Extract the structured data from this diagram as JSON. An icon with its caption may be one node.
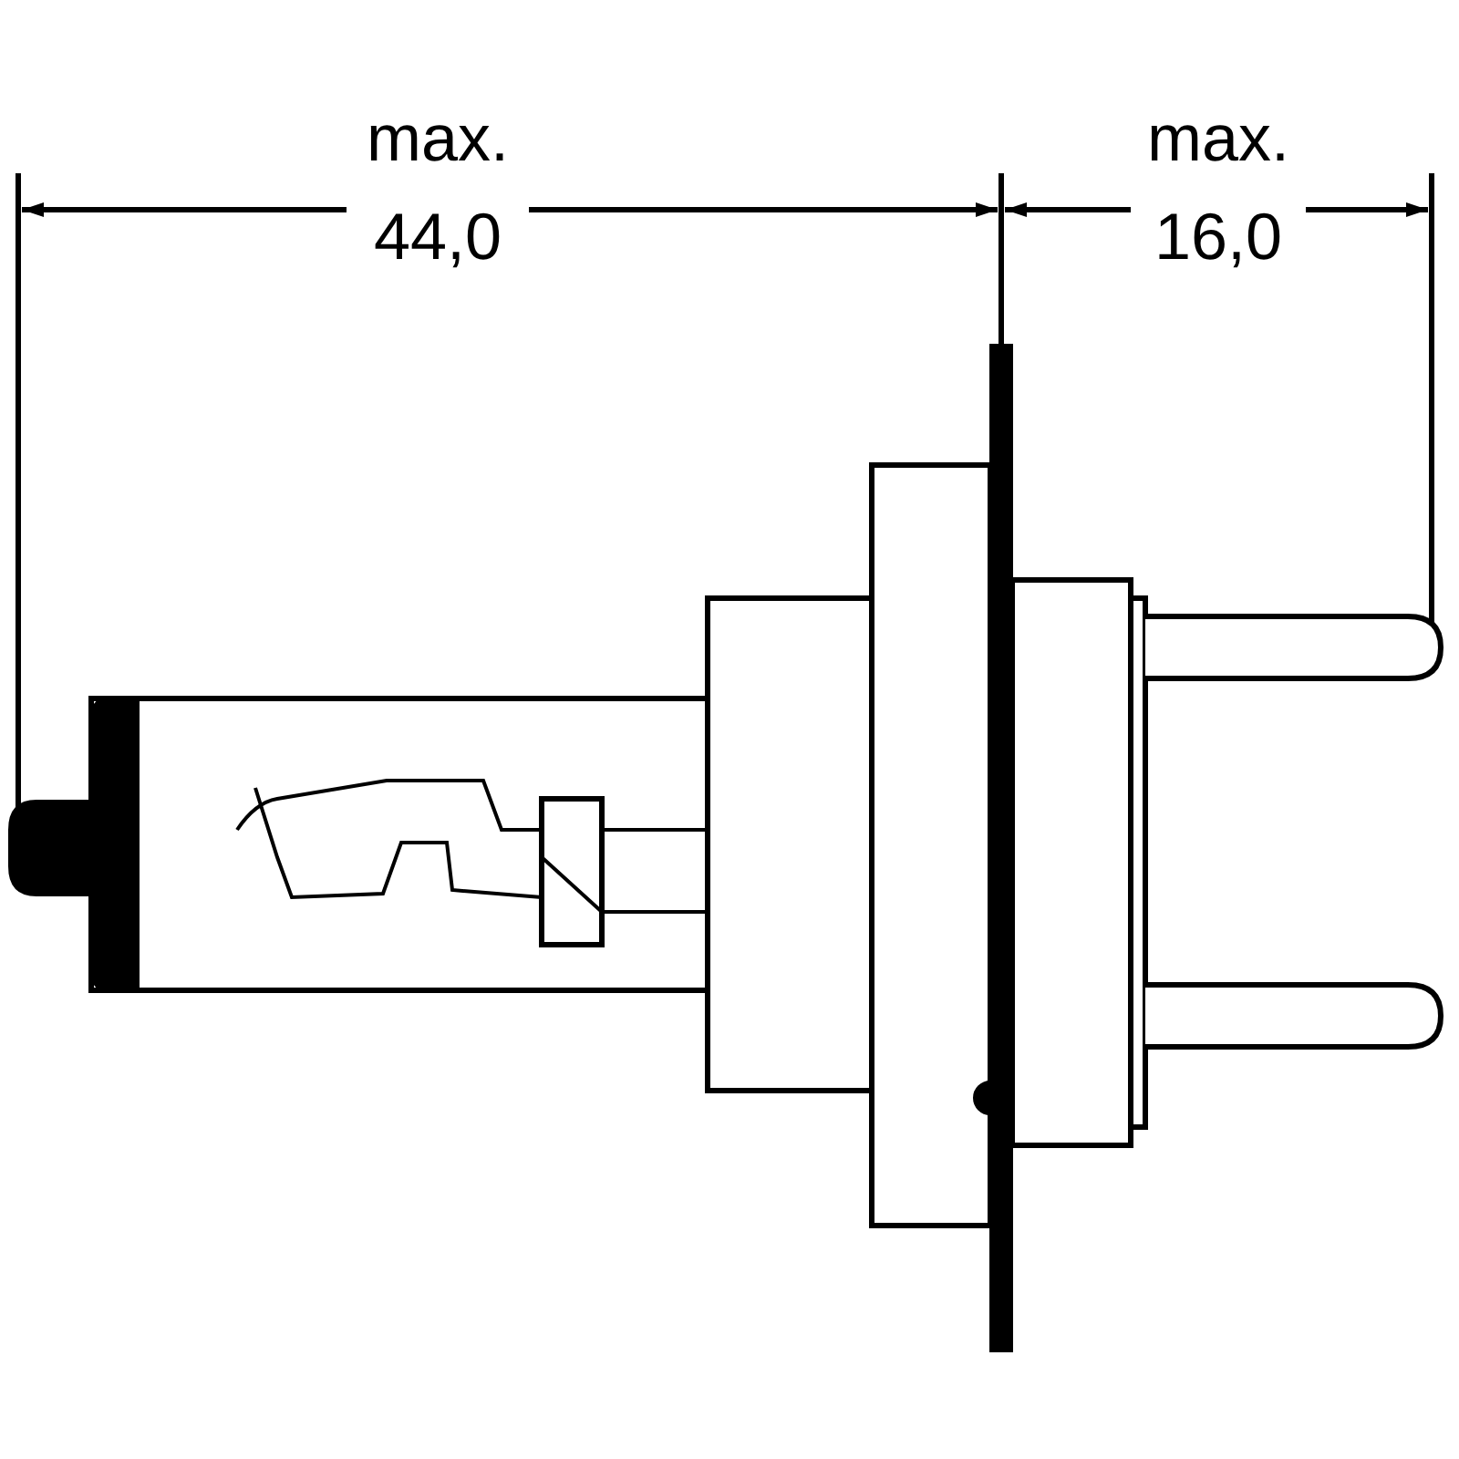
{
  "diagram": {
    "labels": [
      "max.",
      "44,0",
      "max.",
      "16,0"
    ]
  }
}
